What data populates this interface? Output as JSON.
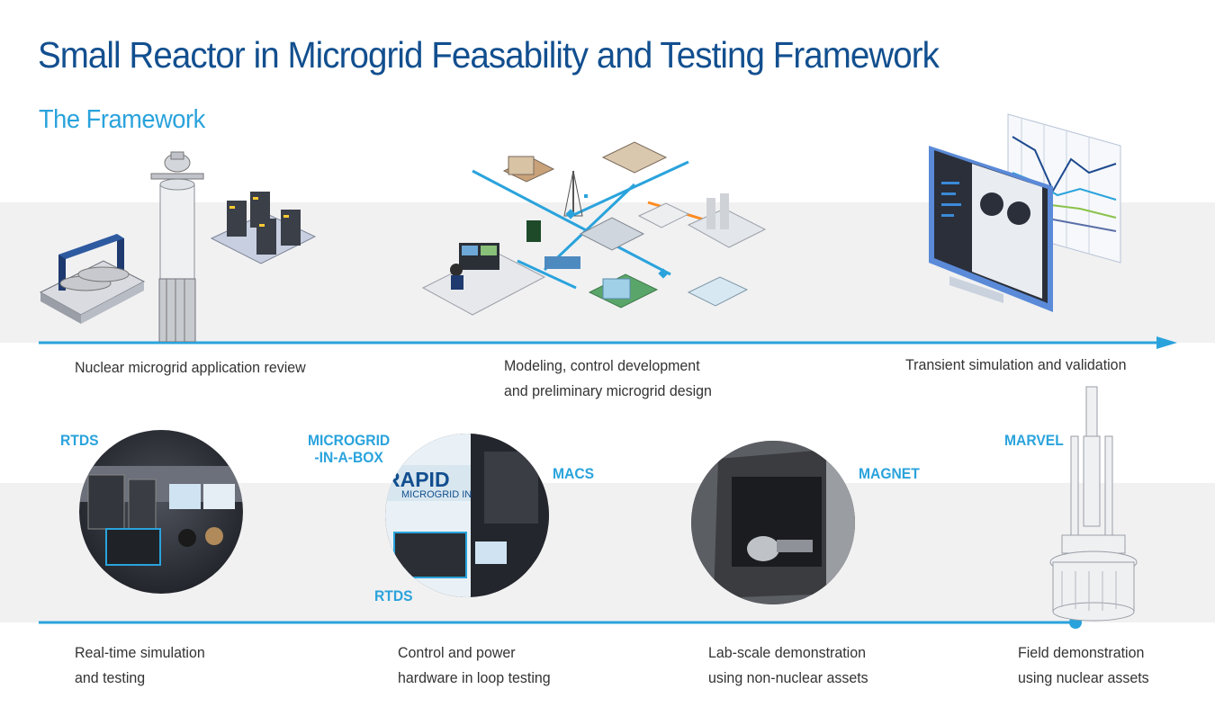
{
  "title": "Small Reactor in Microgrid Feasability and Testing Framework",
  "subtitle": "The Framework",
  "stages_top": [
    {
      "caption": "Nuclear microgrid application review"
    },
    {
      "caption": "Modeling, control development\nand preliminary microgrid design"
    },
    {
      "caption": "Transient simulation and validation"
    }
  ],
  "stages_bottom": [
    {
      "caption": "Real-time simulation\nand testing"
    },
    {
      "caption": "Control and power\nhardware in loop testing"
    },
    {
      "caption": "Lab-scale demonstration\nusing non-nuclear assets"
    },
    {
      "caption": "Field demonstration\nusing nuclear assets"
    }
  ],
  "facility_labels": {
    "rtds_1": "RTDS",
    "microgrid_in_a_box": "MICROGRID\n-IN-A-BOX",
    "macs": "MACS",
    "rtds_2": "RTDS",
    "magnet": "MAGNET",
    "marvel": "MARVEL"
  },
  "photo_text": {
    "rapid_title": "RAPID",
    "rapid_sub": "MICROGRID IN"
  },
  "colors": {
    "title": "#124f8f",
    "accent": "#2aa3dc",
    "band": "#f1f1f2"
  }
}
